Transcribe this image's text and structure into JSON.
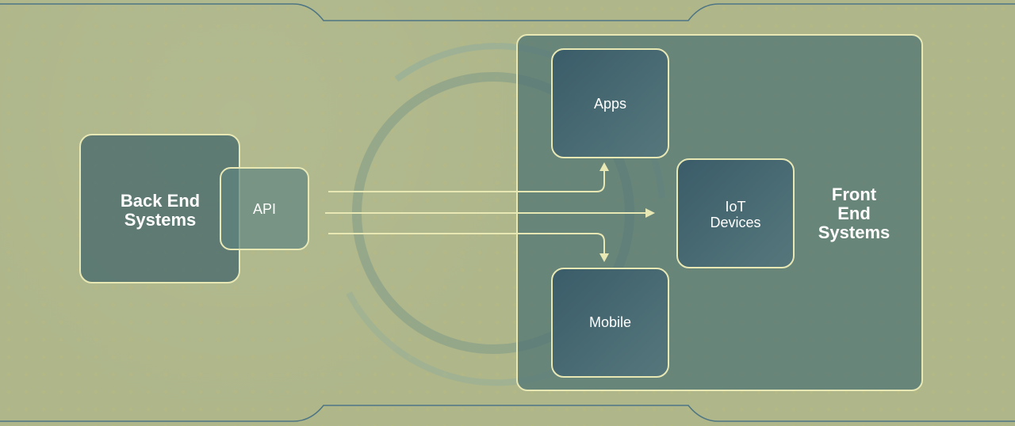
{
  "diagram": {
    "back_end_label": "Back End\nSystems",
    "api_label": "API",
    "front_end_label": "Front\nEnd\nSystems",
    "apps_label": "Apps",
    "iot_label": "IoT\nDevices",
    "mobile_label": "Mobile",
    "colors": {
      "background": "#aeb68a",
      "box_border": "#e8e8b5",
      "arrow": "#e8e8b5",
      "text": "#ffffff"
    },
    "connections": [
      {
        "from": "API",
        "to": "Apps"
      },
      {
        "from": "API",
        "to": "IoT Devices"
      },
      {
        "from": "API",
        "to": "Mobile"
      }
    ]
  }
}
